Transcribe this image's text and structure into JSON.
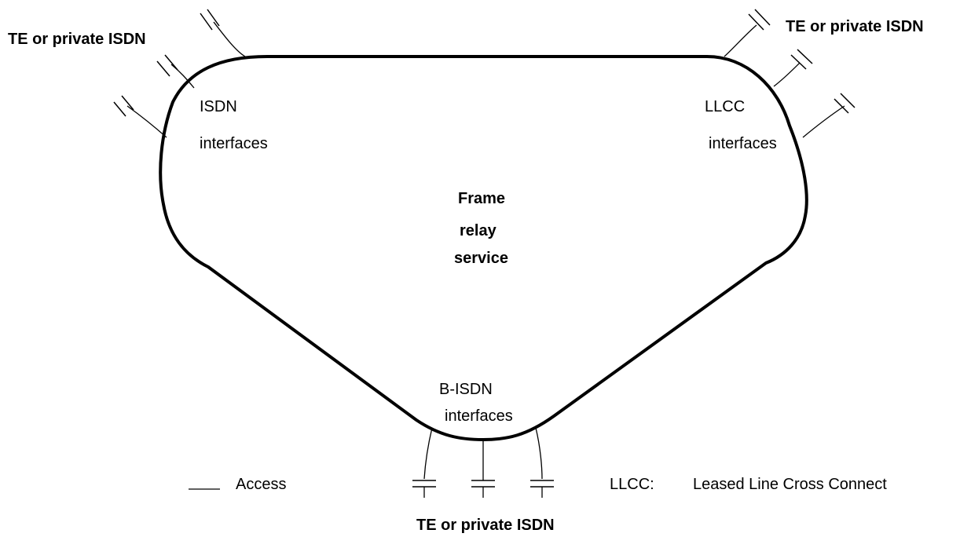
{
  "labels": {
    "te_top_left": "TE or private ISDN",
    "te_top_right": "TE or private ISDN",
    "te_bottom": "TE or private ISDN",
    "isdn_line1": "ISDN",
    "isdn_line2": "interfaces",
    "llcc_line1": "LLCC",
    "llcc_line2": "interfaces",
    "bisdn_line1": "B-ISDN",
    "bisdn_line2": "interfaces",
    "center_line1": "Frame",
    "center_line2": "relay",
    "center_line3": "service"
  },
  "legend": {
    "access_label": "Access",
    "llcc_abbrev": "LLCC:",
    "llcc_full": "Leased Line Cross Connect"
  }
}
